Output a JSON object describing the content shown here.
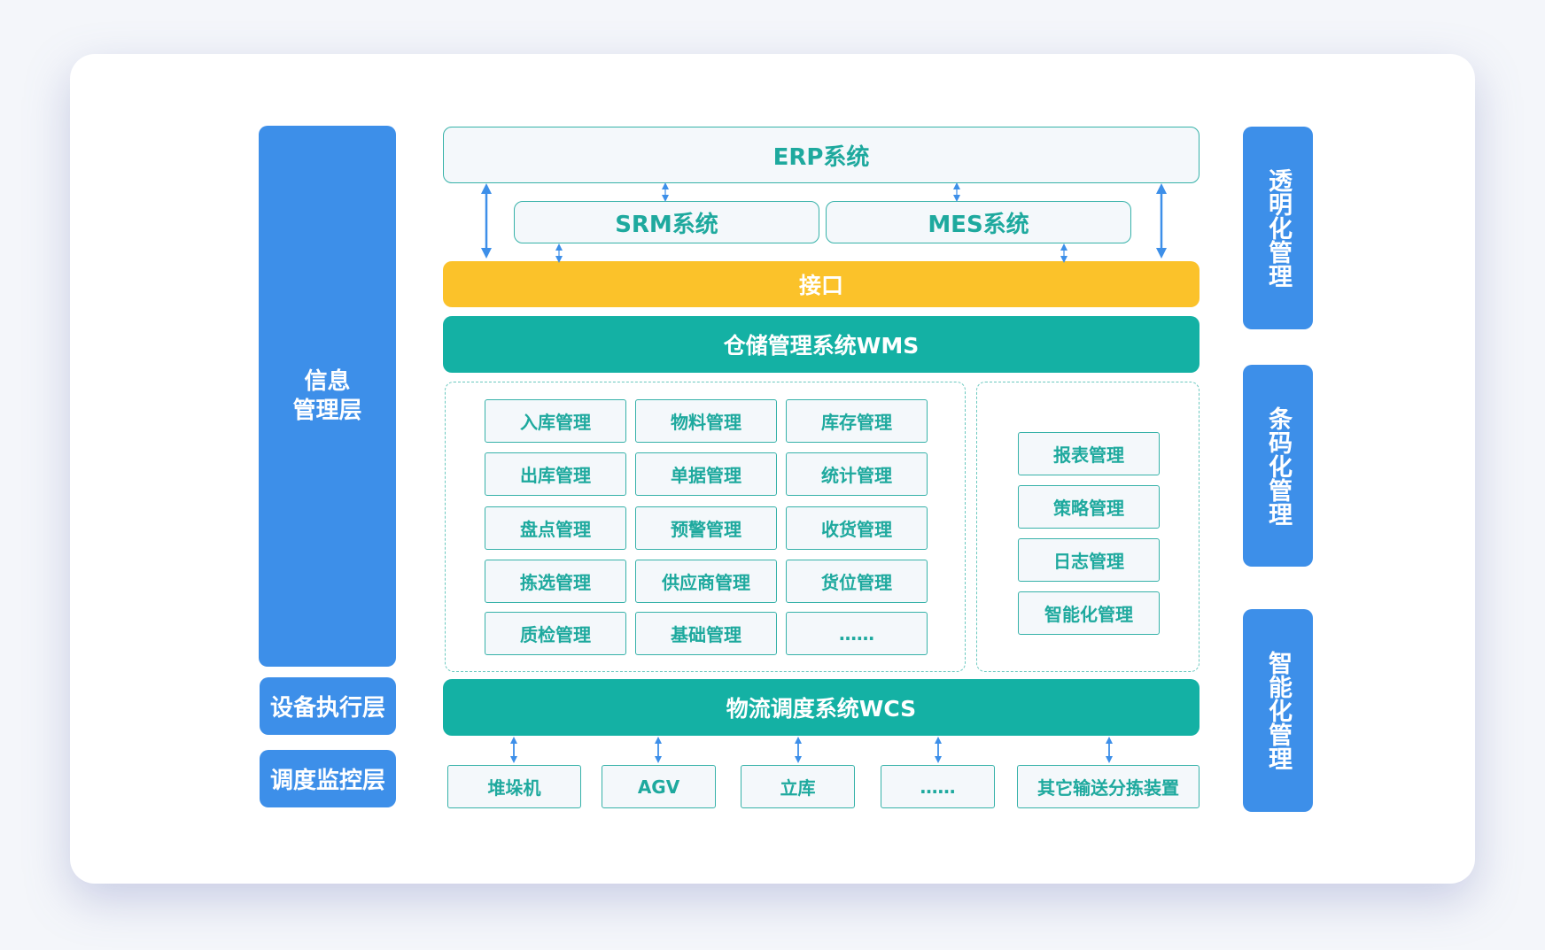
{
  "layers": {
    "info": [
      "信息",
      "管理层"
    ],
    "device": "设备执行层",
    "dispatch": "调度监控层"
  },
  "right_labels": [
    "透明化管理",
    "条码化管理",
    "智能化管理"
  ],
  "systems": {
    "erp": "ERP系统",
    "srm": "SRM系统",
    "mes": "MES系统",
    "interface": "接口",
    "wms": "仓储管理系统WMS",
    "wcs": "物流调度系统WCS"
  },
  "colors": {
    "blue": "#3d8fe9",
    "teal": "#14b1a4",
    "yellow": "#fbc22a",
    "module_text": "#1ea99e"
  },
  "wms_modules": [
    [
      "入库管理",
      "物料管理",
      "库存管理"
    ],
    [
      "出库管理",
      "单据管理",
      "统计管理"
    ],
    [
      "盘点管理",
      "预警管理",
      "收货管理"
    ],
    [
      "拣选管理",
      "供应商管理",
      "货位管理"
    ],
    [
      "质检管理",
      "基础管理",
      "……"
    ]
  ],
  "right_modules": [
    "报表管理",
    "策略管理",
    "日志管理",
    "智能化管理"
  ],
  "devices": [
    "堆垛机",
    "AGV",
    "立库",
    "……",
    "其它输送分拣装置"
  ]
}
